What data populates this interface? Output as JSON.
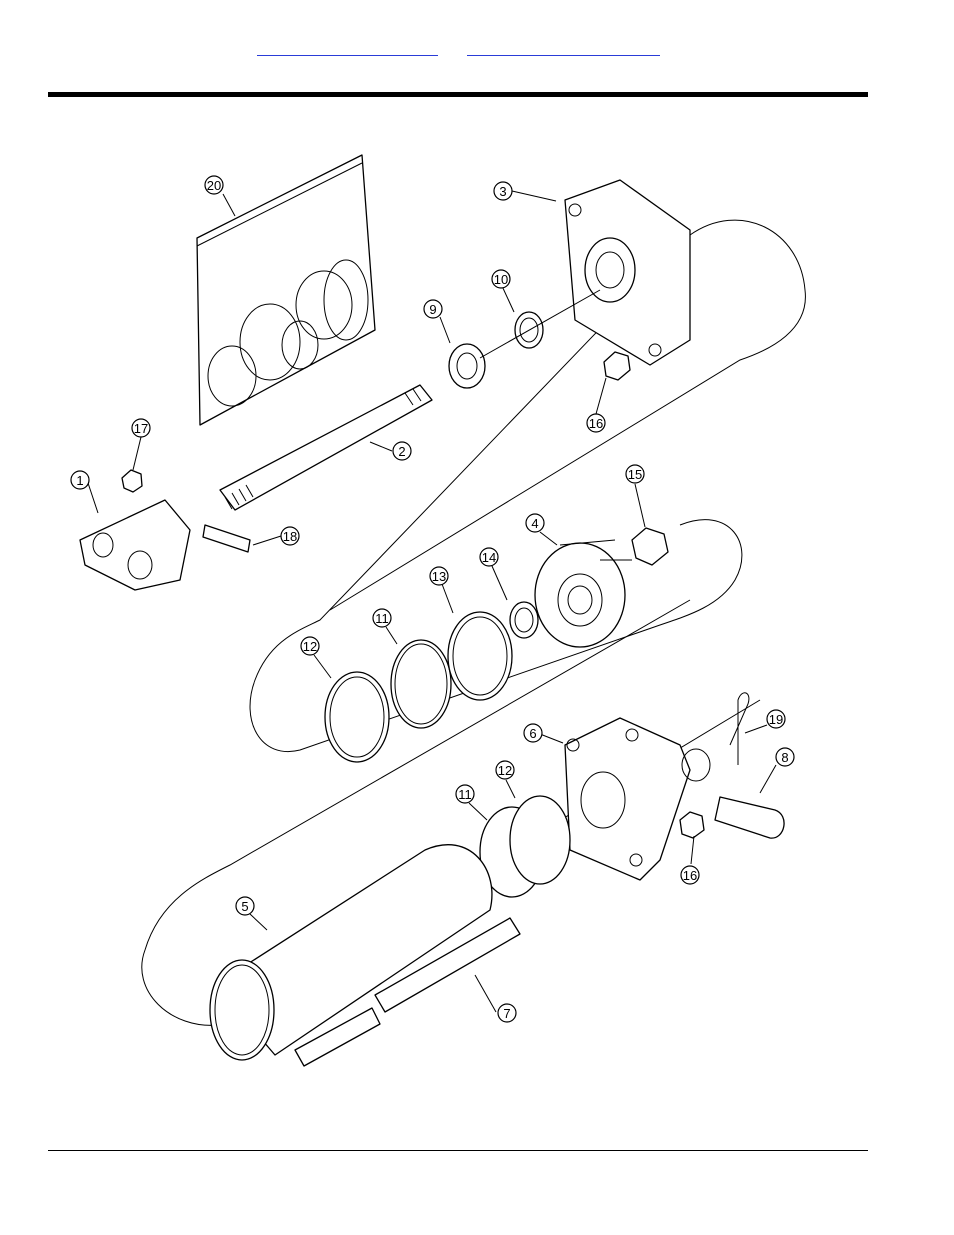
{
  "header": {
    "links": [
      {
        "label": ""
      },
      {
        "label": ""
      }
    ],
    "link_color": "#2a3cd8"
  },
  "diagram": {
    "callouts": [
      {
        "label": "1"
      },
      {
        "label": "2"
      },
      {
        "label": "3"
      },
      {
        "label": "4"
      },
      {
        "label": "5"
      },
      {
        "label": "6"
      },
      {
        "label": "7"
      },
      {
        "label": "8"
      },
      {
        "label": "9"
      },
      {
        "label": "10"
      },
      {
        "label": "11"
      },
      {
        "label": "11"
      },
      {
        "label": "12"
      },
      {
        "label": "12"
      },
      {
        "label": "13"
      },
      {
        "label": "14"
      },
      {
        "label": "15"
      },
      {
        "label": "16"
      },
      {
        "label": "16"
      },
      {
        "label": "17"
      },
      {
        "label": "18"
      },
      {
        "label": "19"
      },
      {
        "label": "20"
      }
    ]
  }
}
